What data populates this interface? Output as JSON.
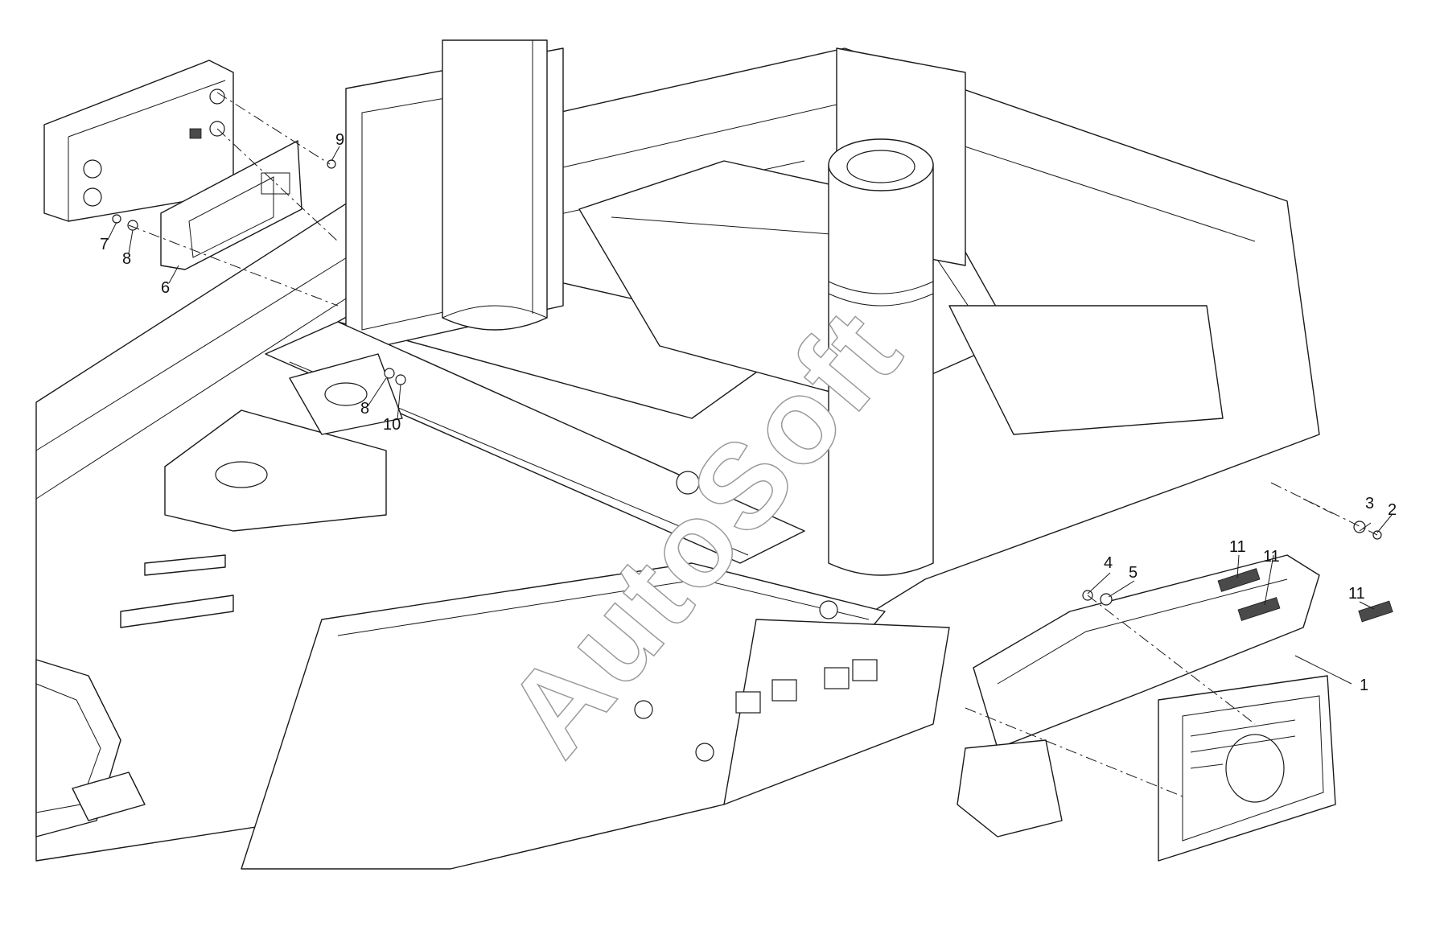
{
  "diagram": {
    "callouts": [
      {
        "id": "c1",
        "label": "1"
      },
      {
        "id": "c2",
        "label": "2"
      },
      {
        "id": "c3",
        "label": "3"
      },
      {
        "id": "c4",
        "label": "4"
      },
      {
        "id": "c5",
        "label": "5"
      },
      {
        "id": "c6",
        "label": "6"
      },
      {
        "id": "c7",
        "label": "7"
      },
      {
        "id": "c8a",
        "label": "8"
      },
      {
        "id": "c8b",
        "label": "8"
      },
      {
        "id": "c9",
        "label": "9"
      },
      {
        "id": "c10",
        "label": "10"
      },
      {
        "id": "c11a",
        "label": "11"
      },
      {
        "id": "c11b",
        "label": "11"
      },
      {
        "id": "c11c",
        "label": "11"
      }
    ],
    "watermark": "AutoSoft"
  },
  "colors": {
    "line": "#1a1a1a",
    "paper": "#ffffff",
    "watermark_outline": "#9a9a9a"
  }
}
